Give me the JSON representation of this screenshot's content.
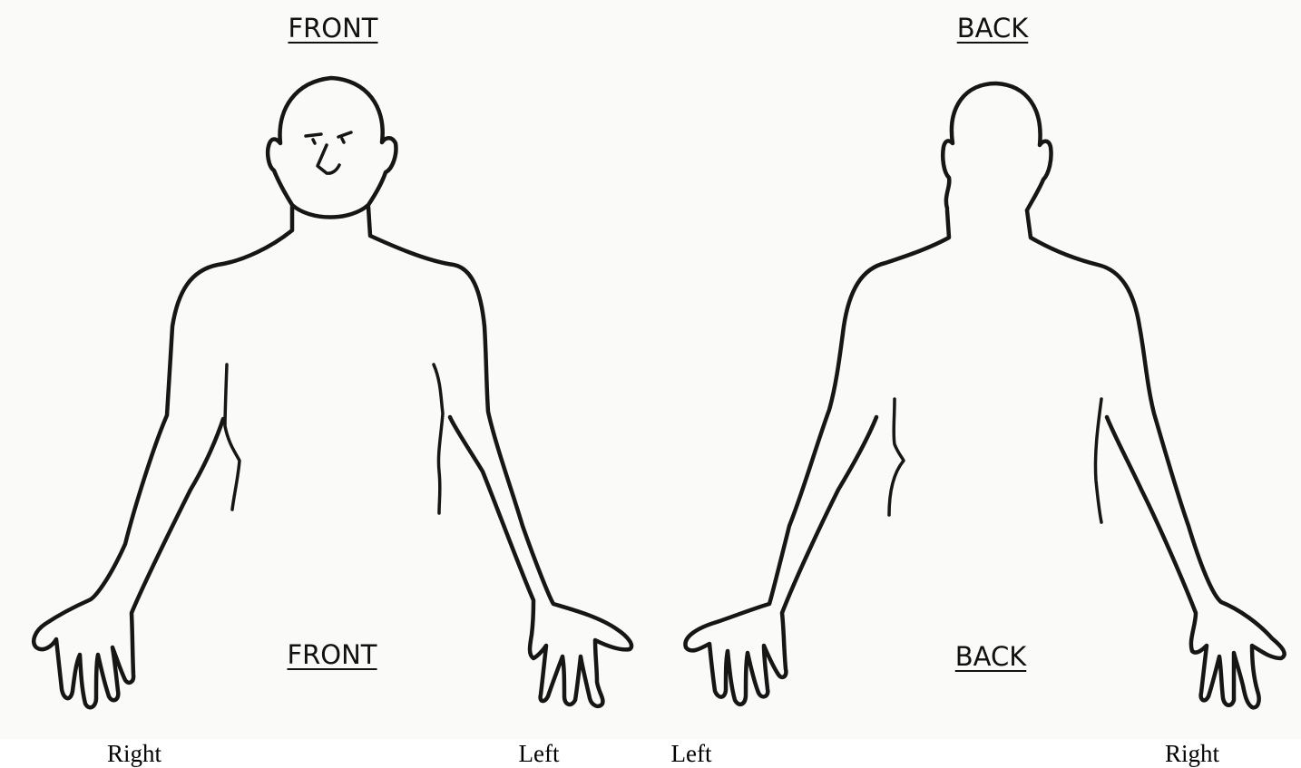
{
  "figures": {
    "front": {
      "top_label": "FRONT",
      "bottom_label": "FRONT",
      "left_side_label": "Right",
      "right_side_label": "Left"
    },
    "back": {
      "top_label": "BACK",
      "bottom_label": "BACK",
      "left_side_label": "Left",
      "right_side_label": "Right"
    }
  },
  "colors": {
    "outline": "#161616",
    "paper": "#fafaf8"
  }
}
